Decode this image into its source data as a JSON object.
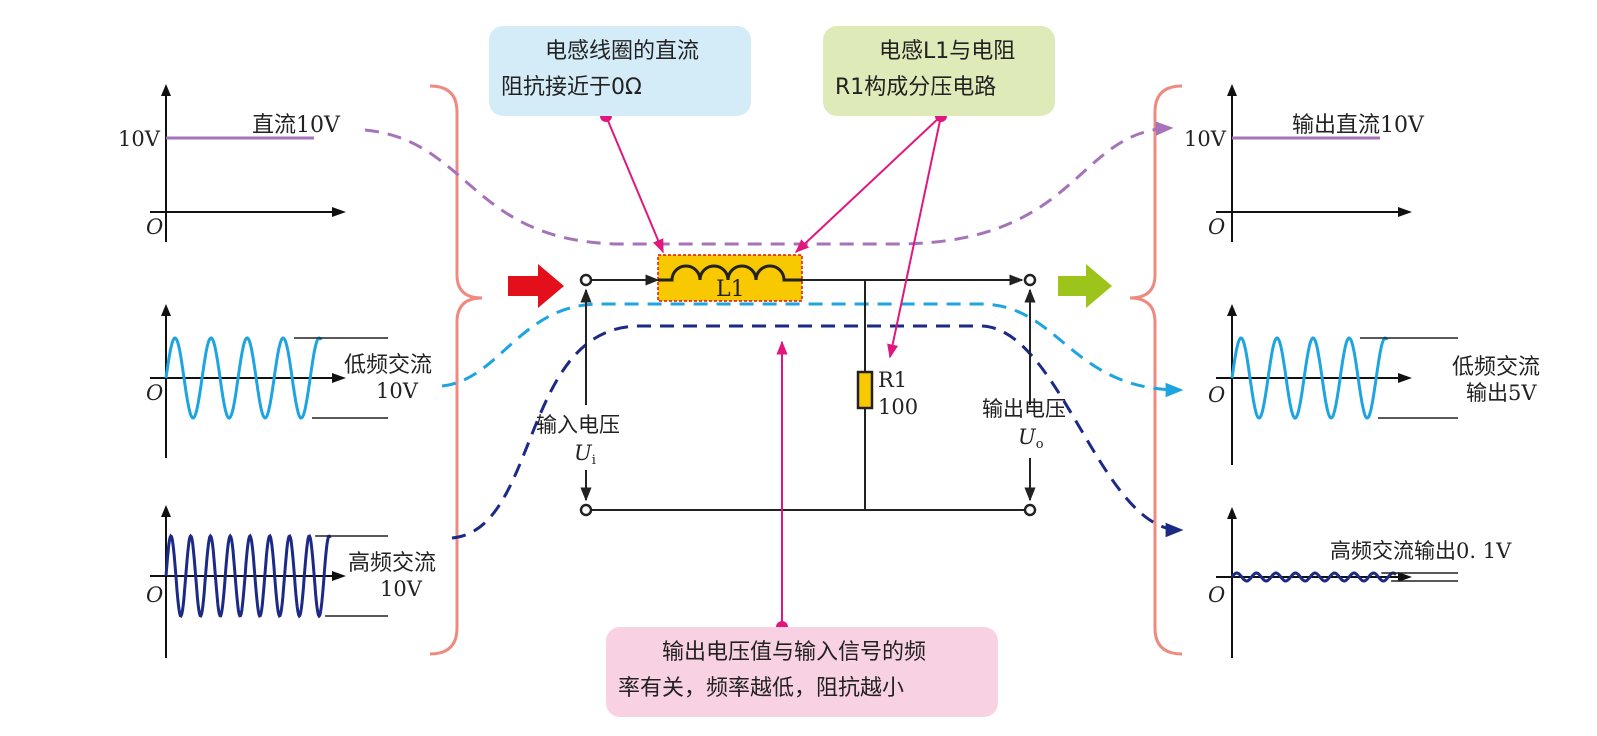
{
  "colors": {
    "dc": "#a673b8",
    "low_freq": "#1ea4e0",
    "high_freq": "#1c2a86",
    "brace": "#ef8a80",
    "pointer": "#e0187e",
    "input_arrow": "#e3101c",
    "output_arrow": "#9cc41a",
    "component_fill": "#f8c800",
    "component_border": "#e3101c",
    "wire": "#222222"
  },
  "callouts": {
    "dc_resistance": {
      "line1": "电感线圈的直流",
      "line2": "阻抗接近于0Ω"
    },
    "divider": {
      "line1": "电感L1与电阻",
      "line2": "R1构成分压电路"
    },
    "frequency": {
      "line1": "输出电压值与输入信号的频",
      "line2": "率有关，频率越低，阻抗越小"
    }
  },
  "inputs": {
    "dc": {
      "label": "直流10V",
      "level_label": "10V",
      "origin": "O",
      "value_v": 10
    },
    "low_freq": {
      "label_line1": "低频交流",
      "label_line2": "10V",
      "origin": "O",
      "amplitude_v": 10,
      "cycles": 4
    },
    "high_freq": {
      "label_line1": "高频交流",
      "label_line2": "10V",
      "origin": "O",
      "amplitude_v": 10,
      "cycles": 8
    }
  },
  "outputs": {
    "dc": {
      "label": "输出直流10V",
      "level_label": "10V",
      "origin": "O",
      "value_v": 10
    },
    "low_freq": {
      "label_line1": "低频交流",
      "label_line2": "输出5V",
      "origin": "O",
      "amplitude_v": 5,
      "cycles": 4
    },
    "high_freq": {
      "label": "高频交流输出0. 1V",
      "origin": "O",
      "amplitude_v": 0.1,
      "cycles": 8
    }
  },
  "circuit": {
    "inductor_label": "L1",
    "resistor_label": "R1",
    "resistor_value": "100",
    "input_voltage_label": "输入电压",
    "input_voltage_symbol": "U",
    "input_voltage_sub": "i",
    "output_voltage_label": "输出电压",
    "output_voltage_symbol": "U",
    "output_voltage_sub": "o"
  }
}
